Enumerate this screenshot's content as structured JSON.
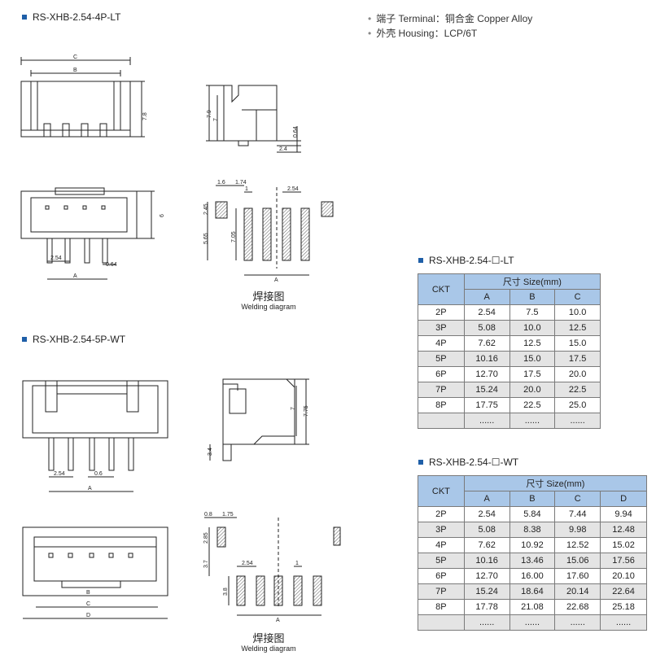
{
  "sections": {
    "lt_title": "RS-XHB-2.54-4P-LT",
    "wt_title": "RS-XHB-2.54-5P-WT"
  },
  "specs": [
    "端子 Terminal：铜合金 Copper Alloy",
    "外壳 Housing：LCP/6T"
  ],
  "lt_drawing": {
    "top": {
      "c": "C",
      "b": "B",
      "h": "7.8"
    },
    "side": {
      "h1": "7.9",
      "h2": "7",
      "t": "0.64",
      "w": "2.4"
    },
    "front": {
      "h": "6",
      "pitch": "2.54",
      "pin": "0.64",
      "a": "A"
    },
    "weld": {
      "d1": "1.6",
      "d2": "1.74",
      "d3": "1",
      "d4": "2.54",
      "h1": "2.45",
      "h2": "5.65",
      "h3": "7.05",
      "a": "A"
    },
    "caption_cn": "焊接图",
    "caption_en": "Welding diagram"
  },
  "wt_drawing": {
    "front": {
      "pitch": "2.54",
      "pin": "0.6",
      "a": "A"
    },
    "side": {
      "h1": "7",
      "h2": "7.75",
      "t": "3.4"
    },
    "bottom": {
      "b": "B",
      "c": "C",
      "d": "D"
    },
    "weld": {
      "d1": "0.8",
      "d2": "1.75",
      "d3": "2.54",
      "d4": "1",
      "h1": "2.85",
      "h2": "3.7",
      "h3": "3.8",
      "a": "A"
    },
    "caption_cn": "焊接图",
    "caption_en": "Welding diagram"
  },
  "lt_table": {
    "title": "RS-XHB-2.54-☐-LT",
    "ckt_header": "CKT",
    "size_header": "尺寸 Size(mm)",
    "columns": [
      "A",
      "B",
      "C"
    ],
    "rows": [
      [
        "2P",
        "2.54",
        "7.5",
        "10.0"
      ],
      [
        "3P",
        "5.08",
        "10.0",
        "12.5"
      ],
      [
        "4P",
        "7.62",
        "12.5",
        "15.0"
      ],
      [
        "5P",
        "10.16",
        "15.0",
        "17.5"
      ],
      [
        "6P",
        "12.70",
        "17.5",
        "20.0"
      ],
      [
        "7P",
        "15.24",
        "20.0",
        "22.5"
      ],
      [
        "8P",
        "17.75",
        "22.5",
        "25.0"
      ],
      [
        "",
        "......",
        "......",
        "......"
      ]
    ]
  },
  "wt_table": {
    "title": "RS-XHB-2.54-☐-WT",
    "ckt_header": "CKT",
    "size_header": "尺寸 Size(mm)",
    "columns": [
      "A",
      "B",
      "C",
      "D"
    ],
    "rows": [
      [
        "2P",
        "2.54",
        "5.84",
        "7.44",
        "9.94"
      ],
      [
        "3P",
        "5.08",
        "8.38",
        "9.98",
        "12.48"
      ],
      [
        "4P",
        "7.62",
        "10.92",
        "12.52",
        "15.02"
      ],
      [
        "5P",
        "10.16",
        "13.46",
        "15.06",
        "17.56"
      ],
      [
        "6P",
        "12.70",
        "16.00",
        "17.60",
        "20.10"
      ],
      [
        "7P",
        "15.24",
        "18.64",
        "20.14",
        "22.64"
      ],
      [
        "8P",
        "17.78",
        "21.08",
        "22.68",
        "25.18"
      ],
      [
        "",
        "......",
        "......",
        "......",
        "......"
      ]
    ]
  },
  "colors": {
    "bullet": "#1f5fa8",
    "table_header": "#a9c7e8",
    "row_shade": "#e4e4e4"
  }
}
